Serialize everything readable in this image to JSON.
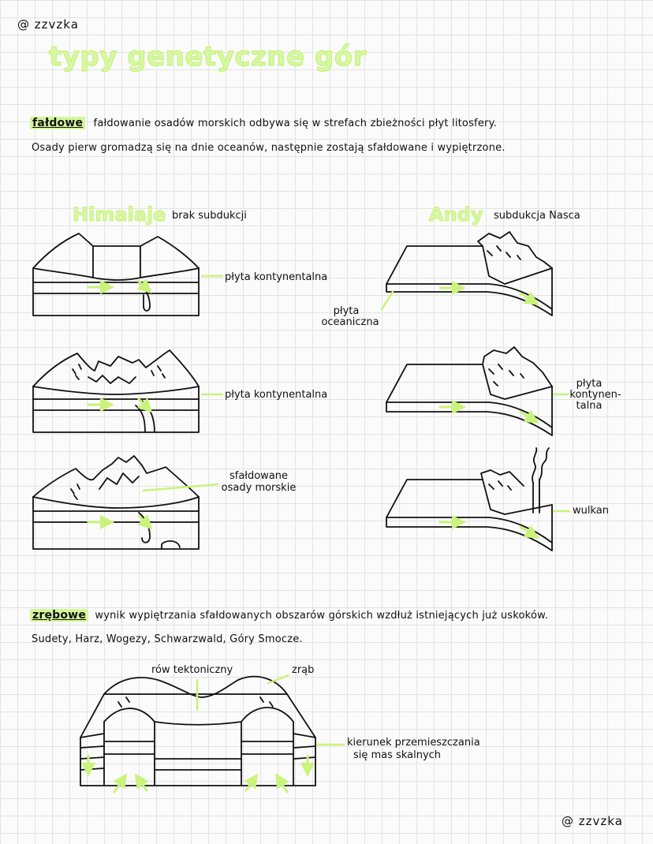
{
  "header": {
    "handle": "@ zzvzka"
  },
  "title": "typy genetyczne gór",
  "faldowe": {
    "term": "fałdowe",
    "line1": "fałdowanie osadów morskich odbywa się w strefach zbieżności płyt litosfery.",
    "line2": "Osady pierw gromadzą się na dnie oceanów, następnie zostają sfałdowane i wypiętrzone."
  },
  "himalaje": {
    "name": "Himalaje",
    "note": "brak subdukcji",
    "labels": [
      "płyta kontynentalna",
      "płyta kontynentalna",
      "sfałdowane",
      "osady morskie"
    ]
  },
  "andy": {
    "name": "Andy",
    "note": "subdukcja Nasca",
    "label_oceanic_1": "płyta",
    "label_oceanic_2": "oceaniczna",
    "label_cont_1": "płyta",
    "label_cont_2": "kontynen-",
    "label_cont_3": "talna",
    "label_volcano": "wulkan"
  },
  "zrebowe": {
    "term": "zrębowe",
    "line1": "wynik wypiętrzania sfałdowanych obszarów górskich wzdłuż istniejących już uskoków.",
    "line2": "Sudety, Harz, Wogezy, Schwarzwald, Góry Smocze.",
    "label_rift": "rów tektoniczny",
    "label_horst": "zrąb",
    "label_dir_1": "kierunek przemieszczania",
    "label_dir_2": "się mas skalnych"
  },
  "footer": {
    "handle": "@ zzvzka"
  },
  "colors": {
    "accent": "#c9f37a",
    "ink": "#111111",
    "grid": "#e3e3e3"
  }
}
